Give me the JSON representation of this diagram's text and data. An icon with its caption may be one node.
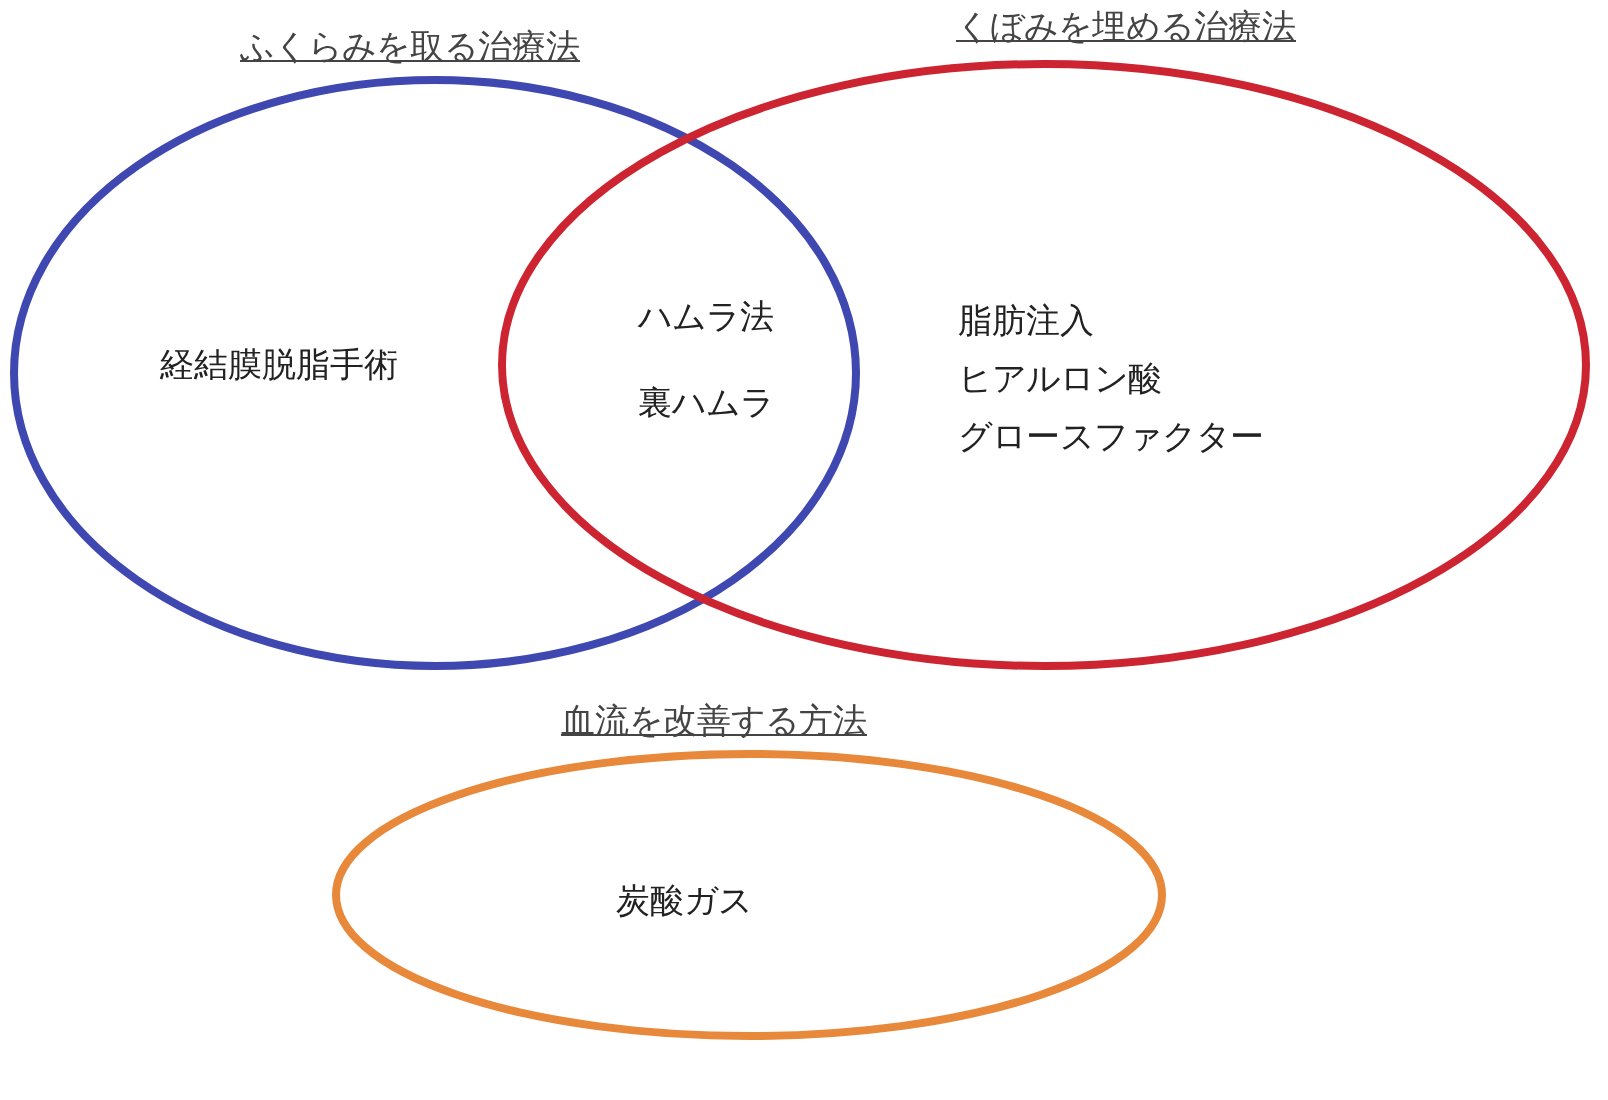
{
  "diagram": {
    "nodes": [
      {
        "text": [
          "ふくらみを取る治療法",
          "経結膜脱脂手術"
        ]
      },
      {
        "text": [
          "くぼみを埋める治療法",
          "脂肪注入",
          "ヒアルロン酸",
          "グロースファクター"
        ]
      },
      {
        "text": [
          "血流を改善する方法",
          "炭酸ガス"
        ]
      }
    ],
    "labels": [
      "ハムラ法",
      "裏ハムラ"
    ]
  }
}
